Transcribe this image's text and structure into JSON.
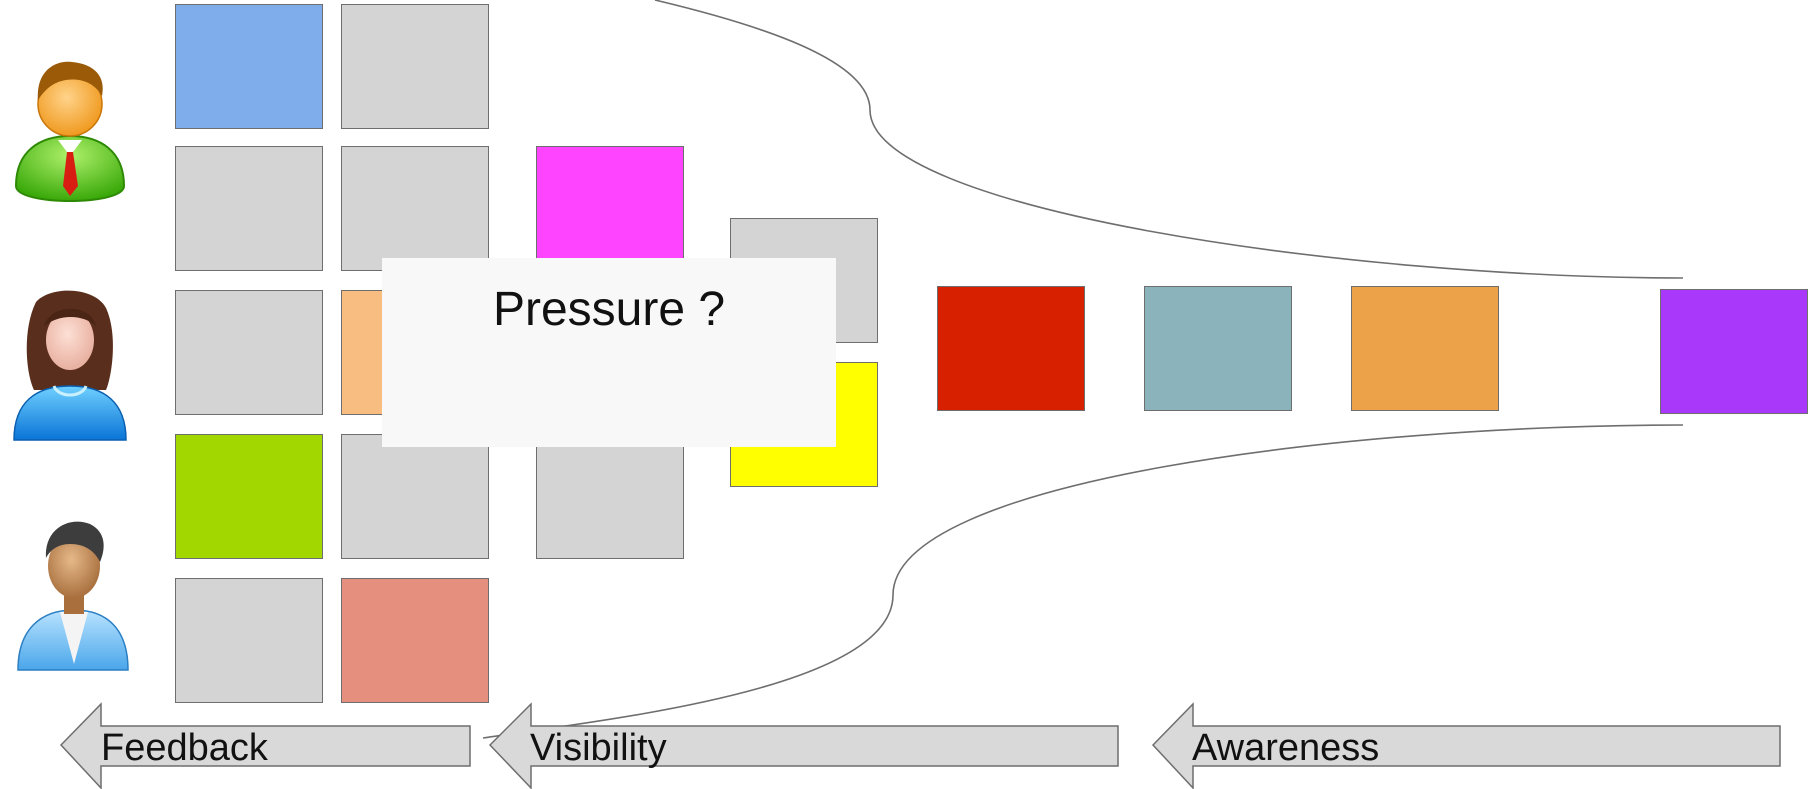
{
  "callout": {
    "text": "Pressure ?"
  },
  "arrows": {
    "feedback": "Feedback",
    "visibility": "Visibility",
    "awareness": "Awareness"
  },
  "colors": {
    "gray": "#d4d4d4",
    "blue": "#7fadec",
    "magenta": "#ff44ff",
    "peach": "#f8bd80",
    "lime": "#a2d800",
    "salmon": "#e5907e",
    "yellow": "#ffff00",
    "red": "#d72000",
    "slate": "#8ab3bb",
    "orange": "#eba249",
    "purple": "#aa38fb",
    "arrow_fill": "#d9d9d9",
    "outline": "#6e6e6e"
  },
  "personas": [
    "manager-in-green-suit-icon",
    "woman-in-blue-icon",
    "man-in-blue-jacket-icon"
  ]
}
